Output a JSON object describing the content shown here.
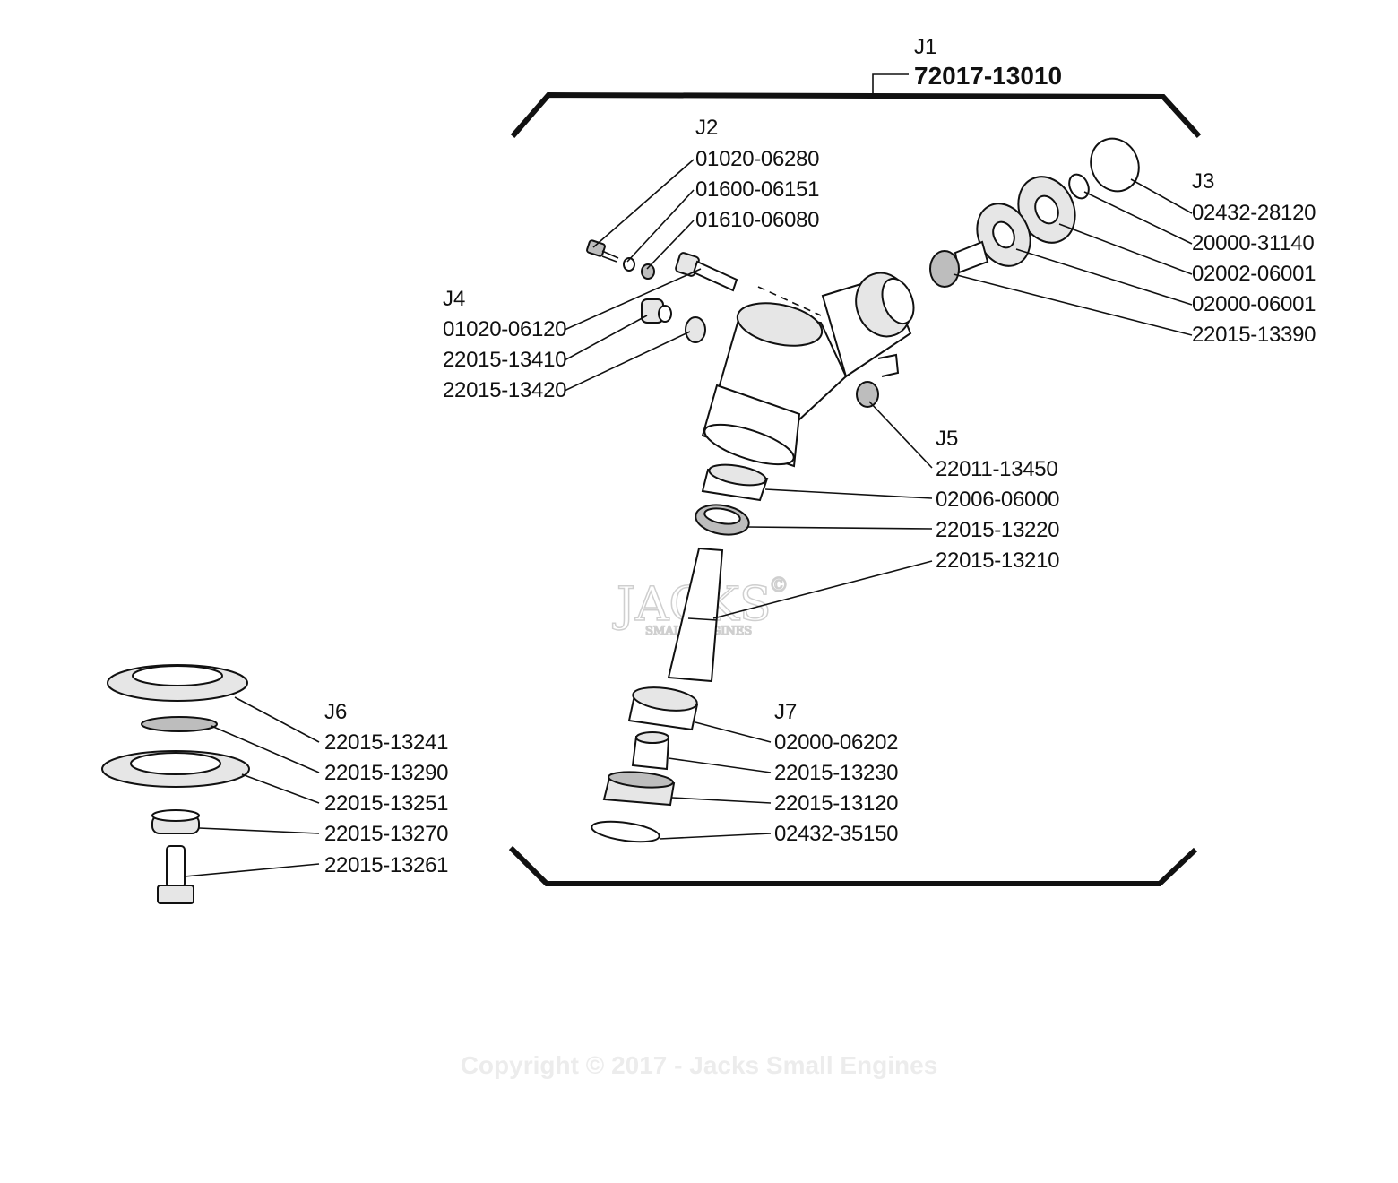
{
  "groups": {
    "j1": {
      "id": "J1",
      "part": "72017-13010"
    },
    "j2": {
      "id": "J2",
      "parts": [
        "01020-06280",
        "01600-06151",
        "01610-06080"
      ]
    },
    "j3": {
      "id": "J3",
      "parts": [
        "02432-28120",
        "20000-31140",
        "02002-06001",
        "02000-06001",
        "22015-13390"
      ]
    },
    "j4": {
      "id": "J4",
      "parts": [
        "01020-06120",
        "22015-13410",
        "22015-13420"
      ]
    },
    "j5": {
      "id": "J5",
      "parts": [
        "22011-13450",
        "02006-06000",
        "22015-13220",
        "22015-13210"
      ]
    },
    "j6": {
      "id": "J6",
      "parts": [
        "22015-13241",
        "22015-13290",
        "22015-13251",
        "22015-13270",
        "22015-13261"
      ]
    },
    "j7": {
      "id": "J7",
      "parts": [
        "02000-06202",
        "22015-13230",
        "22015-13120",
        "02432-35150"
      ]
    }
  },
  "watermark": {
    "brand": "JACKS",
    "sub": "SMALL ENGINES",
    "mark": "©"
  },
  "copyright": "Copyright © 2017 - Jacks Small Engines",
  "colors": {
    "ink": "#111111",
    "background": "#ffffff",
    "watermark": "#cfcfcf"
  }
}
